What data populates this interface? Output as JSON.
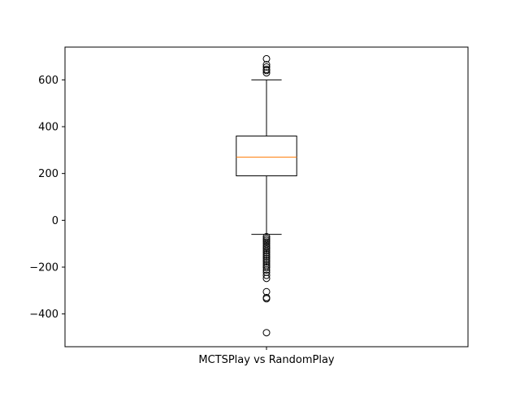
{
  "chart_data": {
    "type": "box",
    "title": "",
    "xlabel": "",
    "ylabel": "",
    "categories": [
      "MCTSPlay vs RandomPlay"
    ],
    "ylim": [
      -540,
      740
    ],
    "yticks": [
      -400,
      -200,
      0,
      200,
      400,
      600
    ],
    "ytick_labels": [
      "−400",
      "−200",
      "0",
      "200",
      "400",
      "600"
    ],
    "grid": false,
    "boxes": [
      {
        "name": "MCTSPlay vs RandomPlay",
        "whisker_low": -60,
        "q1": 190,
        "median": 270,
        "q3": 360,
        "whisker_high": 600,
        "outliers": [
          690,
          665,
          655,
          645,
          640,
          630,
          -70,
          -78,
          -85,
          -92,
          -100,
          -108,
          -115,
          -122,
          -130,
          -138,
          -146,
          -154,
          -162,
          -170,
          -178,
          -186,
          -194,
          -202,
          -212,
          -222,
          -235,
          -248,
          -305,
          -330,
          -335,
          -480
        ]
      }
    ],
    "colors": {
      "box": "#000000",
      "median": "#ff7f0e",
      "outlier": "#000000"
    }
  }
}
